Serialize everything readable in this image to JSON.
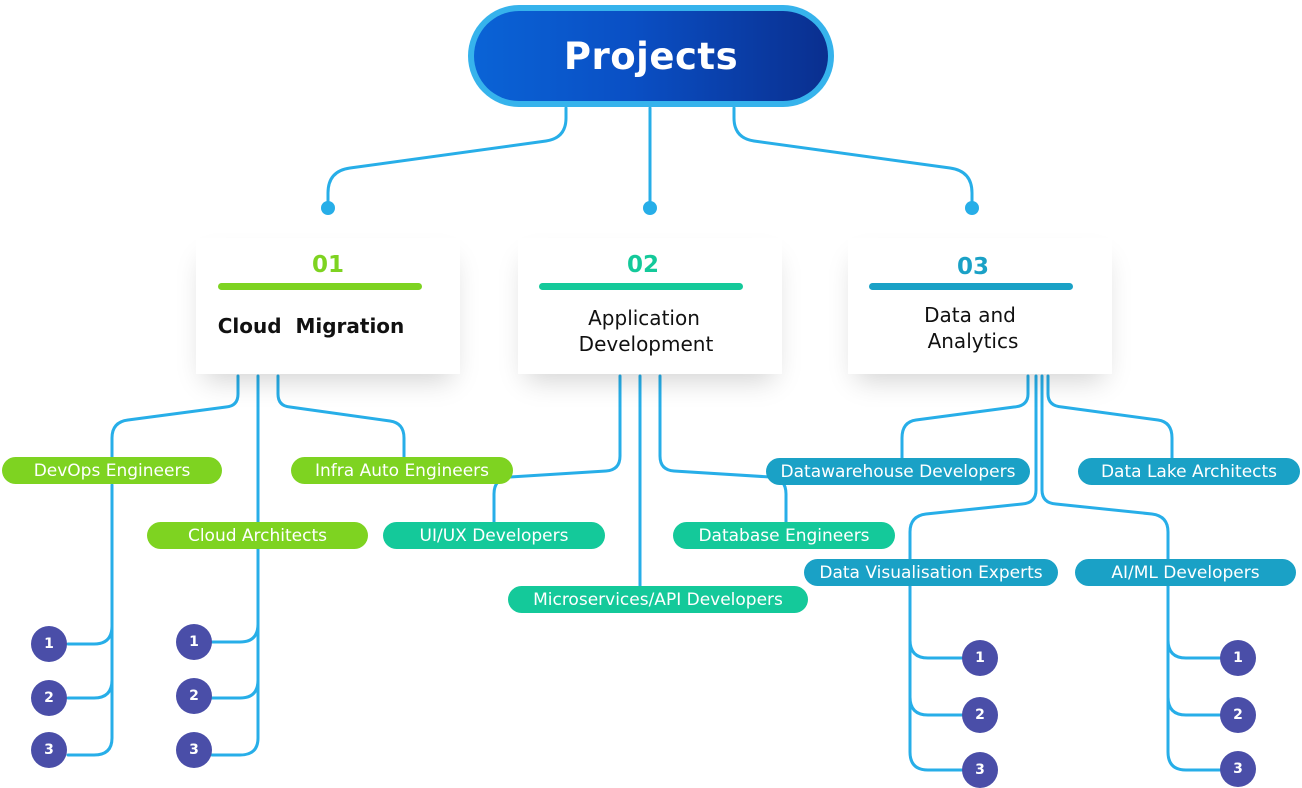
{
  "root": {
    "label": "Projects"
  },
  "categories": [
    {
      "number": "01",
      "title": "Cloud  Migration",
      "color": "#7ed321"
    },
    {
      "number": "02",
      "title_line1": "Application",
      "title_line2": "Development",
      "color": "#14c99a"
    },
    {
      "number": "03",
      "title_line1": "Data and",
      "title_line2": "Analytics",
      "color": "#1aa1c6"
    }
  ],
  "roles": {
    "devops": "DevOps Engineers",
    "infra": "Infra Auto Engineers",
    "cloud_arch": "Cloud Architects",
    "uiux": "UI/UX Developers",
    "db": "Database Engineers",
    "micro": "Microservices/API Developers",
    "dwh": "Datawarehouse Developers",
    "lake": "Data Lake Architects",
    "viz": "Data Visualisation Experts",
    "aiml": "AI/ML Developers"
  },
  "badges": [
    "1",
    "2",
    "3"
  ]
}
